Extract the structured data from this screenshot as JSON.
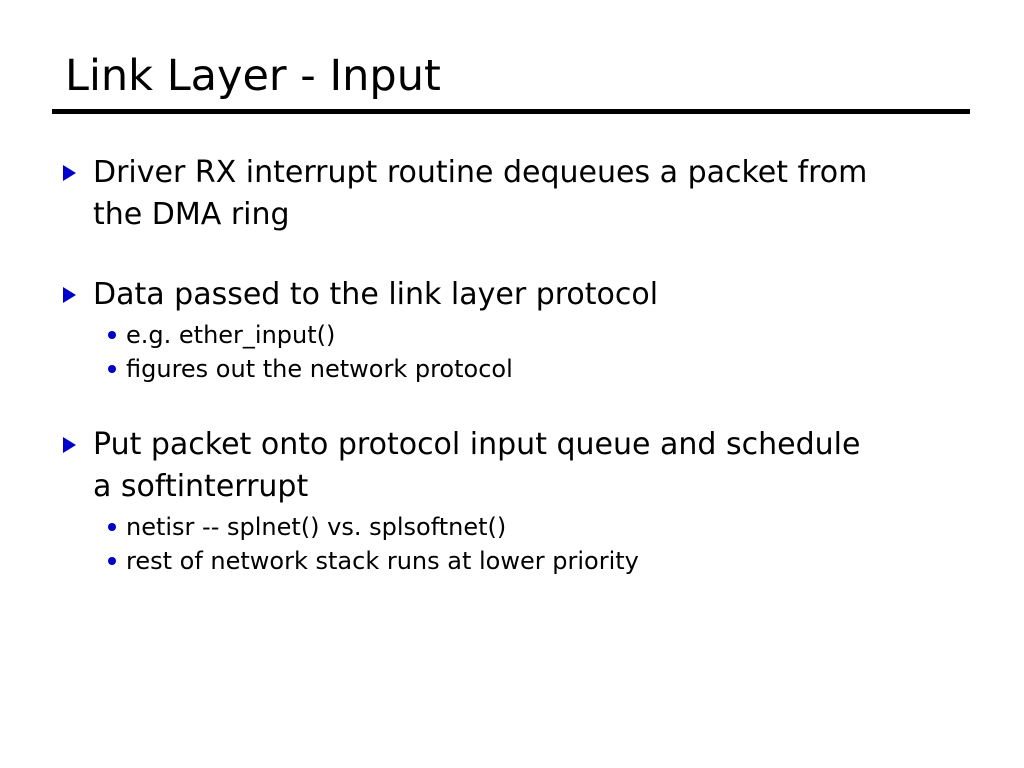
{
  "slide": {
    "title": "Link Layer - Input",
    "background_color": "#ffffff",
    "text_color": "#000000",
    "bullet_color": "#0000cc",
    "rule_color": "#000000"
  },
  "content": {
    "bullets": [
      {
        "text": "Driver RX interrupt routine dequeues a packet from the DMA ring",
        "marker": "triangle-right-icon",
        "sub_bullets": []
      },
      {
        "text": "Data passed to the link layer protocol",
        "marker": "triangle-right-icon",
        "sub_bullets": [
          {
            "text": "e.g. ether_input()",
            "marker": "dot-icon"
          },
          {
            "text": "figures out the network protocol",
            "marker": "dot-icon"
          }
        ]
      },
      {
        "text": "Put packet onto protocol input queue and schedule a softinterrupt",
        "marker": "triangle-right-icon",
        "sub_bullets": [
          {
            "text": "netisr -- splnet() vs. splsoftnet()",
            "marker": "dot-icon"
          },
          {
            "text": "rest of network stack runs at lower priority",
            "marker": "dot-icon"
          }
        ]
      }
    ]
  }
}
